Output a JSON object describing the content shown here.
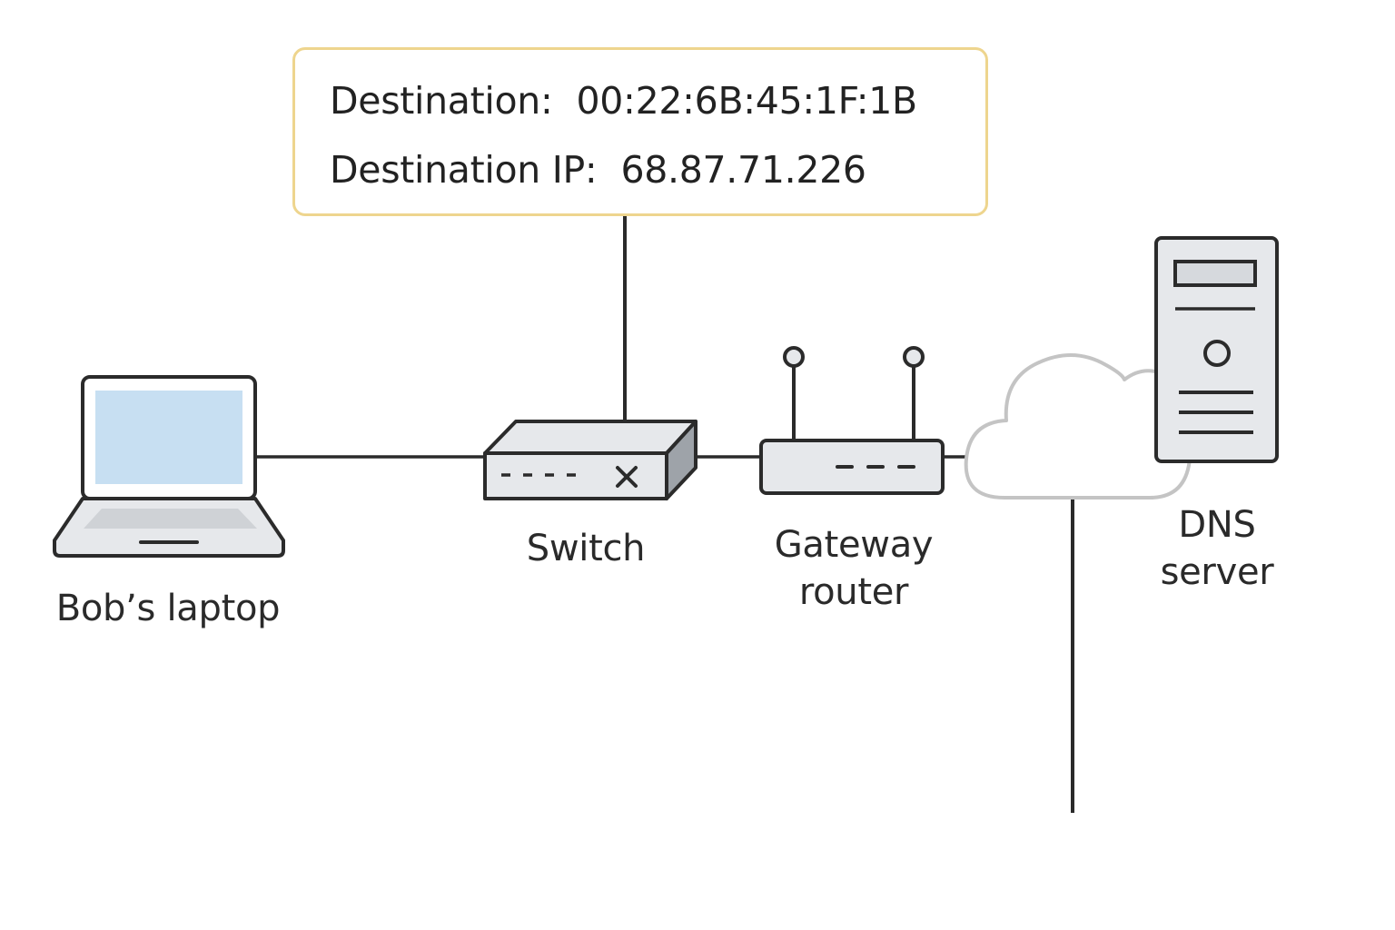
{
  "packet": {
    "mac_label": "Destination:",
    "mac_value": "00:22:6B:45:1F:1B",
    "ip_label": "Destination IP:",
    "ip_value": "68.87.71.226"
  },
  "nodes": {
    "laptop": {
      "label": "Bob’s laptop"
    },
    "switch": {
      "label": "Switch"
    },
    "router": {
      "label_line1": "Gateway",
      "label_line2": "router"
    },
    "dns": {
      "label_line1": "DNS",
      "label_line2": "server"
    }
  },
  "colors": {
    "outline": "#2b2b2b",
    "device_fill": "#E6E8EB",
    "screen": "#C7DFF2",
    "cloud_stroke": "#C4C4C4",
    "packet_border": "#EED58E"
  }
}
